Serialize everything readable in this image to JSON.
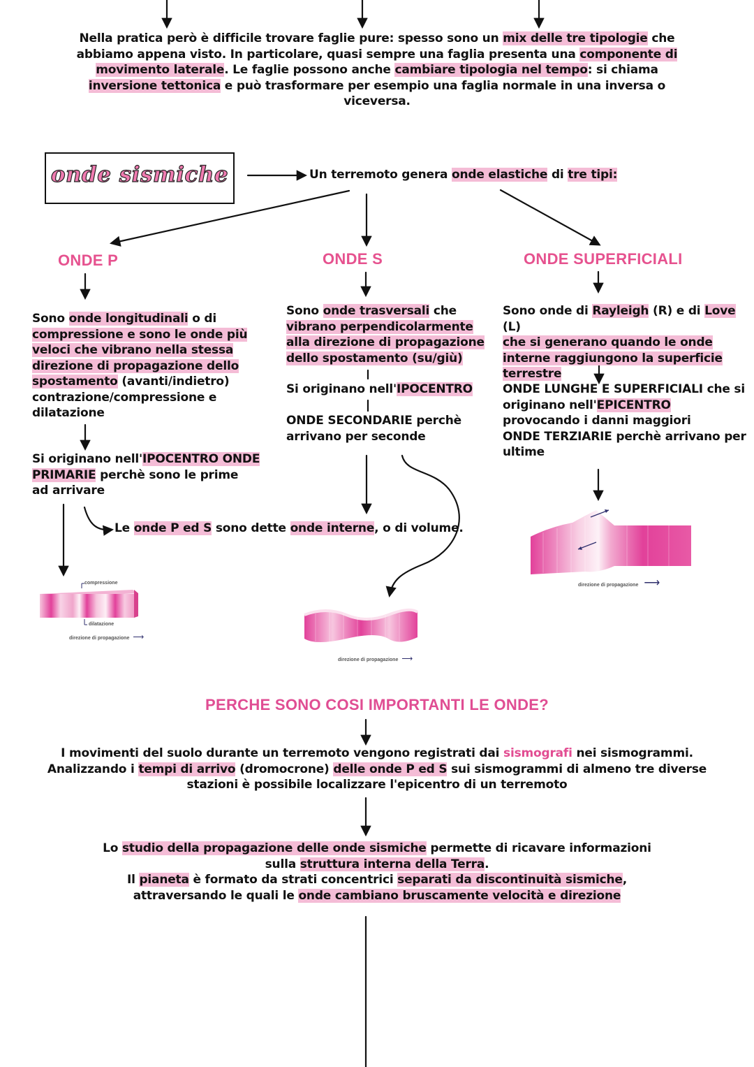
{
  "intro": {
    "l1a": "Nella pratica però è difficile trovare faglie pure: spesso sono un ",
    "l1h": "mix delle tre tipologie",
    "l1b": " che",
    "l2a": "abbiamo appena visto. In particolare, quasi sempre una faglia presenta una ",
    "l2h": "componente di",
    "l3h": "movimento laterale",
    "l3a": ". Le faglie possono anche ",
    "l3h2": "cambiare tipologia nel tempo",
    "l3b": ": si chiama",
    "l4h": "inversione tettonica",
    "l4a": " e può trasformare per esempio una faglia normale in una inversa o",
    "l5": "viceversa."
  },
  "section": {
    "title": "onde sismiche",
    "lead_a": "Un terremoto genera ",
    "lead_h1": "onde elastiche",
    "lead_b": " di ",
    "lead_h2": "tre tipi:"
  },
  "onde_p": {
    "heading": "ONDE P",
    "d1a": "Sono ",
    "d1h": "onde longitudinali",
    "d1b": " o di",
    "d2h": "compressione e sono le onde più",
    "d3h": "veloci che vibrano nella stessa",
    "d4h": "direzione di propagazione dello",
    "d5h": "spostamento",
    "d5a": " (avanti/indietro)",
    "d6": "contrazione/compressione e",
    "d7": "dilatazione",
    "o1a": "Si originano nell'",
    "o1h": "IPOCENTRO ONDE",
    "o2h": "PRIMARIE",
    "o2a": " perchè sono le prime",
    "o3": "ad arrivare",
    "img_top": "compressione",
    "img_mid": "dilatazione",
    "img_bottom": "direzione di propagazione"
  },
  "onde_s": {
    "heading": "ONDE S",
    "d1a": "Sono ",
    "d1h": "onde trasversali",
    "d1b": " che",
    "d2h": "vibrano perpendicolarmente",
    "d3h": "alla direzione di propagazione",
    "d4h": "dello spostamento (su/giù)",
    "o1a": "Si originano nell'",
    "o1h": "IPOCENTRO",
    "s1": "ONDE SECONDARIE perchè",
    "s2": "arrivano per seconde",
    "img_caption": "direzione di propagazione"
  },
  "onde_sup": {
    "heading": "ONDE SUPERFICIALI",
    "d1a": "Sono onde di ",
    "d1h": "Rayleigh",
    "d1b": " (R) e di ",
    "d1h2": "Love",
    "d1c": " (L)",
    "d2h": "che si generano quando le onde",
    "d3h": "interne raggiungono la superficie",
    "d4h": "terrestre",
    "e1": "ONDE LUNGHE E SUPERFICIALI che si",
    "e2a": "originano nell'",
    "e2h": "EPICENTRO",
    "e3": "provocando i danni maggiori",
    "e4": "ONDE TERZIARIE perchè arrivano per",
    "e5": "ultime",
    "img_caption": "direzione di propagazione"
  },
  "interne": {
    "a": "Le ",
    "h1": "onde P ed S",
    "b": " sono dette ",
    "h2": "onde interne",
    "c": ", o di volume."
  },
  "importance": {
    "heading": "PERCHE SONO COSI IMPORTANTI LE ONDE?",
    "p1a": "I movimenti del suolo durante un terremoto vengono registrati dai ",
    "p1p": "sismografi",
    "p1b": " nei sismogrammi.",
    "p2a": "Analizzando i ",
    "p2h": "tempi di arrivo",
    "p2b": " (dromocrone) ",
    "p2h2": "delle onde P ed S",
    "p2c": " sui sismogrammi di almeno tre diverse",
    "p3": "stazioni è possibile localizzare l'epicentro di un terremoto",
    "q1a": "Lo ",
    "q1h": "studio della propagazione delle onde sismiche",
    "q1b": " permette di ricavare informazioni",
    "q2a": "sulla ",
    "q2h": "struttura interna della Terra",
    "q2b": ".",
    "q3a": "Il ",
    "q3h": "pianeta",
    "q3b": " è formato da strati concentrici ",
    "q3h2": "separati da discontinuità sismiche",
    "q3c": ",",
    "q4a": "attraversando le quali le ",
    "q4h": "onde cambiano bruscamente velocità e direzione"
  }
}
